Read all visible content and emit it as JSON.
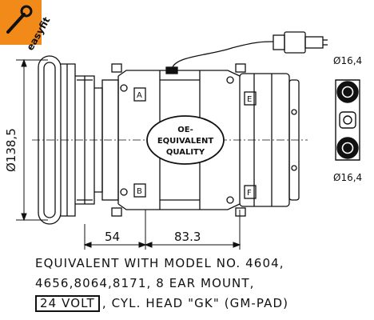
{
  "logo": {
    "text": "easyfit",
    "bg_color": "#f28a1a",
    "icon": "wrench-icon"
  },
  "dimensions": {
    "diameter": "Ø138,5",
    "width_front": "54",
    "width_body": "83.3",
    "port_top": "Ø16,4",
    "port_bottom": "Ø16,4"
  },
  "stamp": {
    "line1": "OE-",
    "line2": "EQUIVALENT",
    "line3": "QUALITY"
  },
  "port_letters": {
    "a": "A",
    "b": "B",
    "e": "E",
    "f": "F"
  },
  "caption": {
    "line1": "EQUIVALENT WITH MODEL NO. 4604,",
    "line2": "4656,8064,8171,  8 EAR MOUNT,",
    "voltage": "24 VOLT",
    "line3_rest": ", CYL. HEAD \"GK\" (GM-PAD)"
  }
}
